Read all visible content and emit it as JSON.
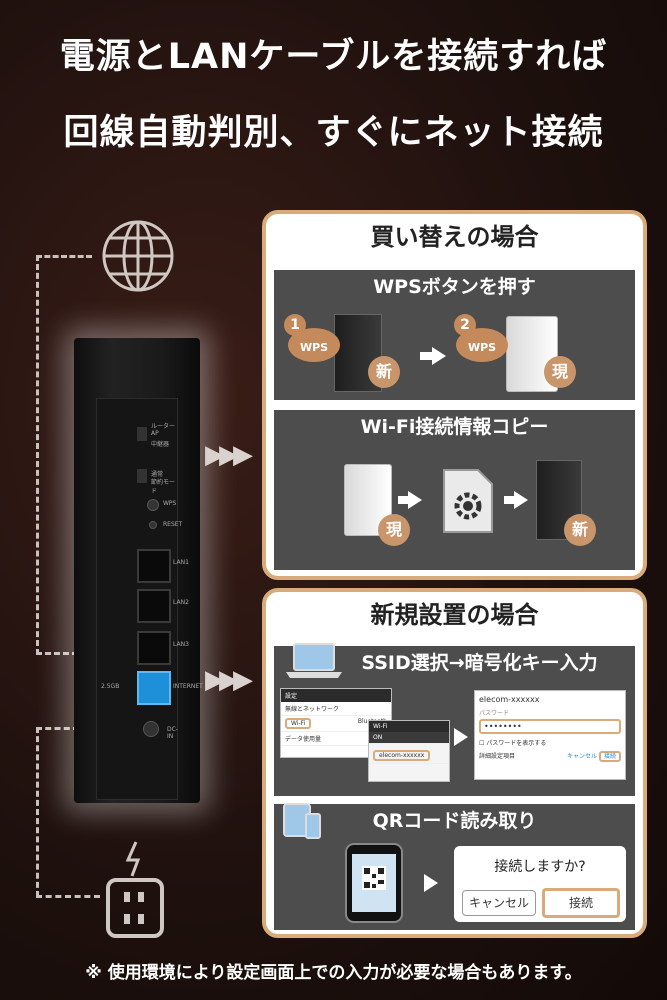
{
  "headline": {
    "line1": "電源とLANケーブルを接続すれば",
    "line2": "回線自動判別、すぐにネット接続"
  },
  "router_labels": {
    "mode": "ルーター",
    "ap": "AP",
    "relay": "中継器",
    "led": "通常",
    "led2": "節約モード",
    "wps": "WPS",
    "reset": "RESET",
    "lan1": "LAN1",
    "lan2": "LAN2",
    "lan3": "LAN3",
    "gbe": "2.5GB",
    "internet": "INTERNET",
    "dcin": "DC-IN"
  },
  "replace_section": {
    "title": "買い替えの場合",
    "step1_title": "WPSボタンを押す",
    "wps_label": "WPS",
    "step_num1": "1",
    "step_num2": "2",
    "new_badge": "新",
    "current_badge": "現",
    "step2_title": "Wi-Fi接続情報コピー"
  },
  "new_setup_section": {
    "title": "新規設置の場合",
    "ssid_title": "SSID選択→暗号化キー入力",
    "settings_screen": {
      "header": "設定",
      "network_row": "無線とネットワーク",
      "wifi_row": "Wi-Fi",
      "bluetooth_row": "Bluetooth",
      "data_row": "データ使用量"
    },
    "wifi_screen": {
      "header": "Wi-Fi",
      "on_label": "ON",
      "ssid_row": "elecom-xxxxxx"
    },
    "password_dialog": {
      "ssid": "elecom-xxxxxx",
      "password_label": "パスワード",
      "password_value": "••••••••",
      "show_password": "パスワードを表示する",
      "advanced": "詳細設定項目",
      "cancel": "キャンセル",
      "connect": "接続"
    },
    "qr_title": "QRコード読み取り",
    "connect_dialog": {
      "question": "接続しますか?",
      "cancel": "キャンセル",
      "connect": "接続"
    }
  },
  "footer": "※ 使用環境により設定画面上での入力が必要な場合もあります。",
  "colors": {
    "accent": "#d9ab7a",
    "badge": "#c58a5b",
    "panel": "#4d4d4d",
    "lan_blue": "#1e90d9"
  }
}
